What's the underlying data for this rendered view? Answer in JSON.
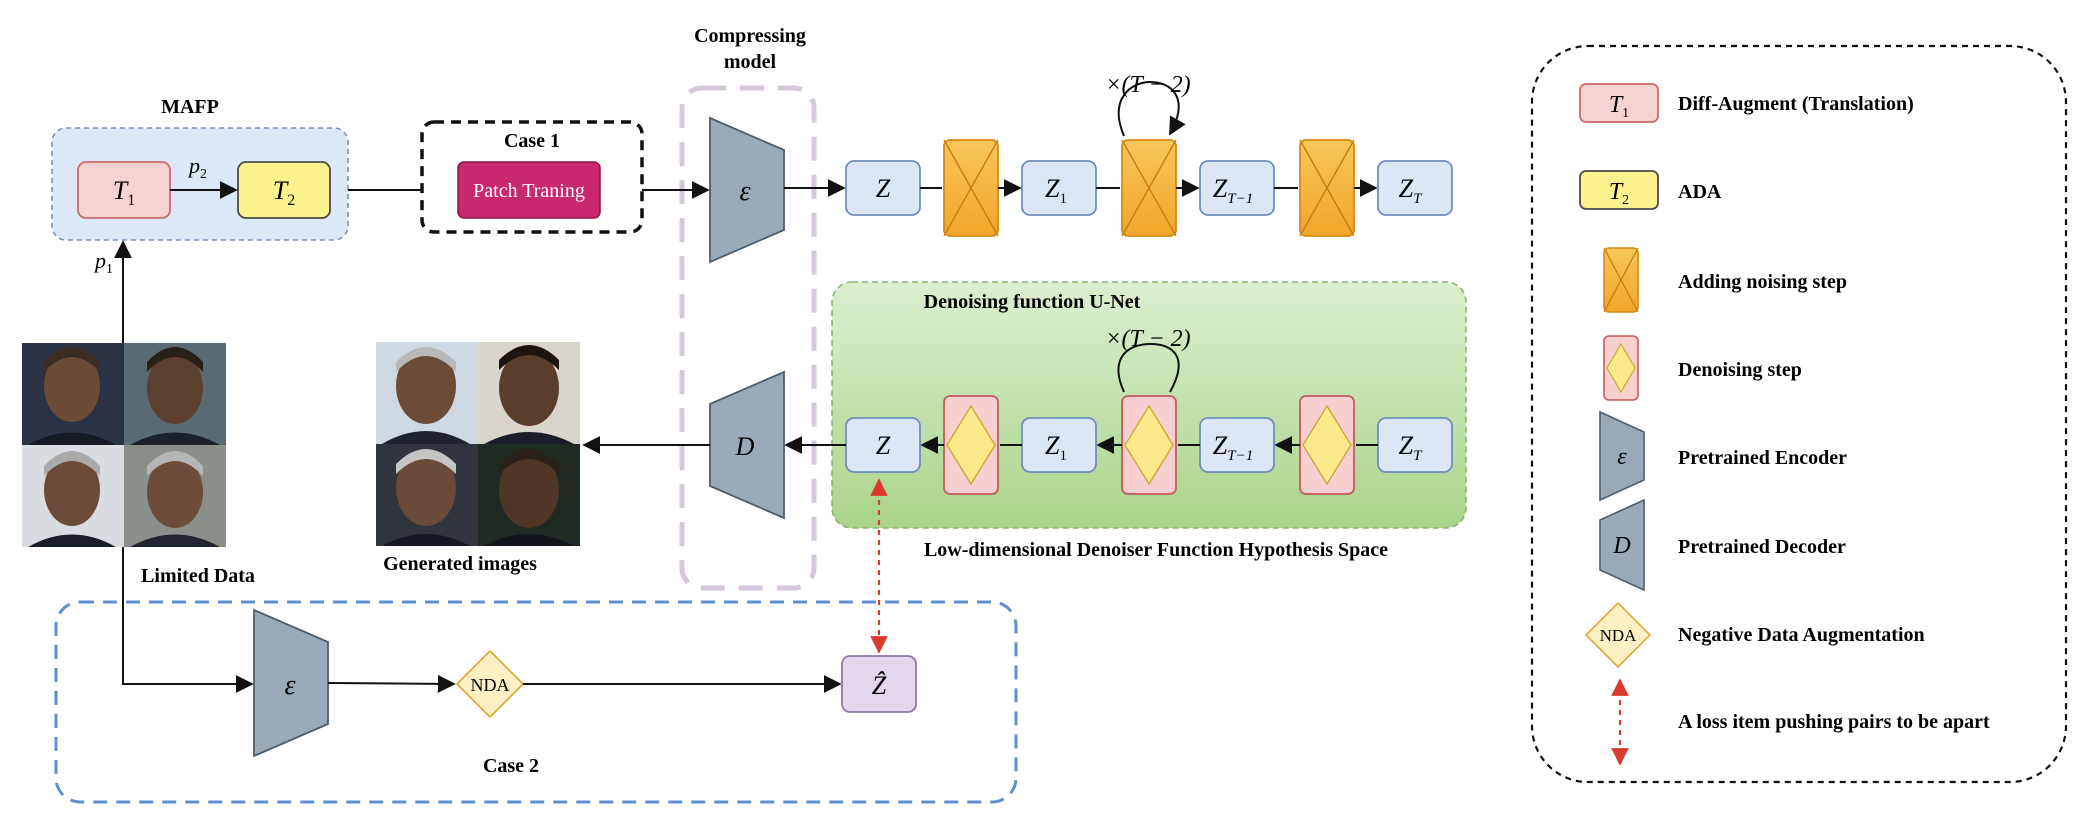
{
  "titles": {
    "compressing_line1": "Compressing",
    "compressing_line2": "model",
    "mafp": "MAFP",
    "case1": "Case 1",
    "case2": "Case 2",
    "unet": "Denoising function U-Net",
    "low_dim": "Low-dimensional Denoiser Function Hypothesis Space",
    "limited_data": "Limited Data",
    "generated_images": "Generated images"
  },
  "mafp": {
    "t1": {
      "base": "T",
      "sub": "1"
    },
    "t2": {
      "base": "T",
      "sub": "2"
    },
    "p1": {
      "base": "p",
      "sub": "1"
    },
    "p2": {
      "base": "p",
      "sub": "2"
    }
  },
  "patch_training": "Patch Traning",
  "encoder_symbol": "ε",
  "decoder_symbol": "D",
  "nda": "NDA",
  "repeat_label": "×(T − 2)",
  "z_hat": "Ẑ",
  "forward_chain": [
    {
      "base": "Z",
      "sub": ""
    },
    {
      "base": "Z",
      "sub": "1"
    },
    {
      "base": "Z",
      "sub": "T−1"
    },
    {
      "base": "Z",
      "sub": "T"
    }
  ],
  "reverse_chain": [
    {
      "base": "Z",
      "sub": ""
    },
    {
      "base": "Z",
      "sub": "1"
    },
    {
      "base": "Z",
      "sub": "T−1"
    },
    {
      "base": "Z",
      "sub": "T"
    }
  ],
  "legend": [
    {
      "symbol": "t1-box",
      "label": "Diff-Augment (Translation)",
      "sym_text": "T",
      "sym_sub": "1"
    },
    {
      "symbol": "t2-box",
      "label": "ADA",
      "sym_text": "T",
      "sym_sub": "2"
    },
    {
      "symbol": "noise-block",
      "label": "Adding noising step"
    },
    {
      "symbol": "denoise-block",
      "label": "Denoising step"
    },
    {
      "symbol": "encoder-trapezoid",
      "label": "Pretrained Encoder",
      "sym_text": "ε"
    },
    {
      "symbol": "decoder-trapezoid",
      "label": "Pretrained Decoder",
      "sym_text": "D"
    },
    {
      "symbol": "nda-diamond",
      "label": "Negative Data Augmentation",
      "sym_text": "NDA"
    },
    {
      "symbol": "loss-arrow",
      "label": "A loss item pushing pairs to be apart"
    }
  ],
  "colors": {
    "t1_fill": "#f7d2d2",
    "t1_stroke": "#c96a6a",
    "t2_fill": "#fbf28e",
    "t2_stroke": "#4a4a4a",
    "z_fill": "#dbe7f5",
    "z_stroke": "#6f8fbf",
    "noise_fill": "#f5b63c",
    "noise_stroke": "#d58a14",
    "denoise_fill": "#f7cfcf",
    "denoise_stroke": "#c25b5b",
    "diamond_fill": "#fbe98c",
    "trap_fill": "#9aaab8",
    "trap_stroke": "#4f5d6b",
    "patch_fill": "#c8286e",
    "mafp_bg": "#dce8f6",
    "unet_bg": "#c5e2ad",
    "zhat_fill": "#e3d7ec",
    "loss_arrow": "#d93a2e",
    "case2_border": "#5f8fd0",
    "compress_border": "#d6c8dc"
  }
}
